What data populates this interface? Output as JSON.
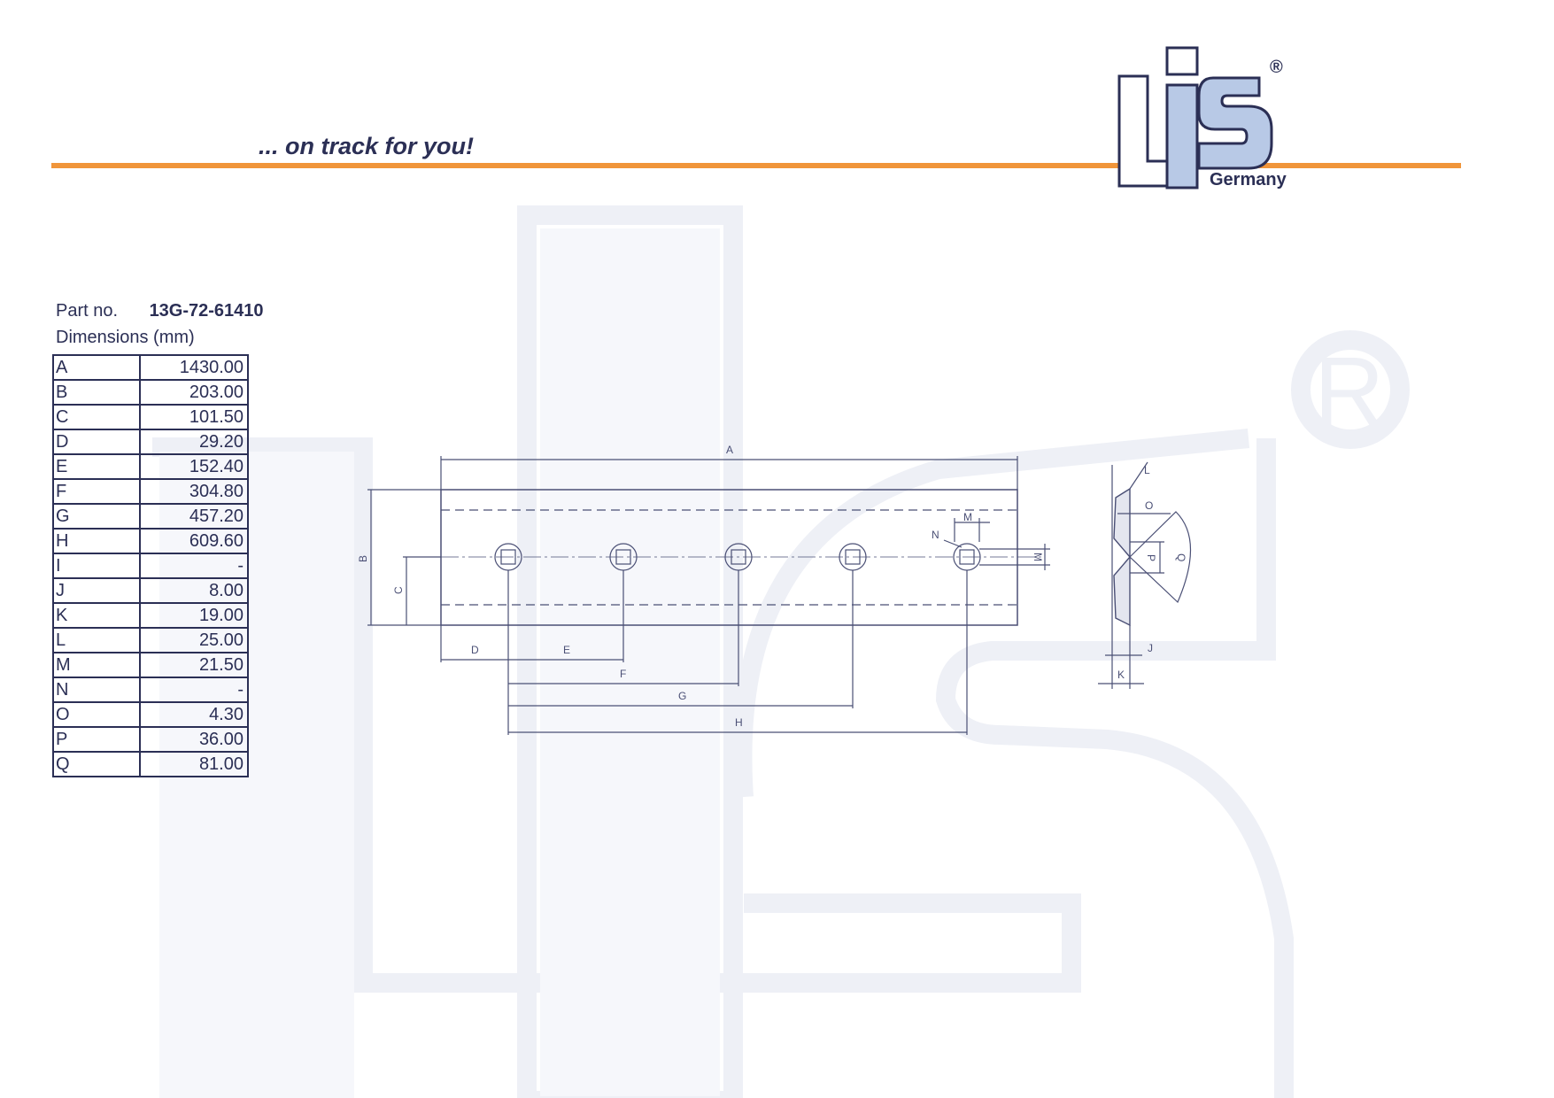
{
  "header": {
    "slogan": "... on track for you!",
    "logo_letters": "LiS",
    "logo_registered": "®",
    "logo_country": "Germany",
    "accent_color": "#f0953a",
    "brand_color": "#2b2f55",
    "logo_fill_color": "#b8c9e6"
  },
  "part": {
    "label": "Part no.",
    "number": "13G-72-61410",
    "dimensions_title": "Dimensions (mm)"
  },
  "dimensions": [
    {
      "key": "A",
      "value": "1430.00"
    },
    {
      "key": "B",
      "value": "203.00"
    },
    {
      "key": "C",
      "value": "101.50"
    },
    {
      "key": "D",
      "value": "29.20"
    },
    {
      "key": "E",
      "value": "152.40"
    },
    {
      "key": "F",
      "value": "304.80"
    },
    {
      "key": "G",
      "value": "457.20"
    },
    {
      "key": "H",
      "value": "609.60"
    },
    {
      "key": "I",
      "value": "-"
    },
    {
      "key": "J",
      "value": "8.00"
    },
    {
      "key": "K",
      "value": "19.00"
    },
    {
      "key": "L",
      "value": "25.00"
    },
    {
      "key": "M",
      "value": "21.50"
    },
    {
      "key": "N",
      "value": "-"
    },
    {
      "key": "O",
      "value": "4.30"
    },
    {
      "key": "P",
      "value": "36.00"
    },
    {
      "key": "Q",
      "value": "81.00"
    }
  ],
  "drawing_labels": {
    "A": "A",
    "B": "B",
    "C": "C",
    "D": "D",
    "E": "E",
    "F": "F",
    "G": "G",
    "H": "H",
    "J": "J",
    "K": "K",
    "L": "L",
    "M": "M",
    "N": "N",
    "O": "O",
    "P": "P",
    "Q": "Q"
  }
}
